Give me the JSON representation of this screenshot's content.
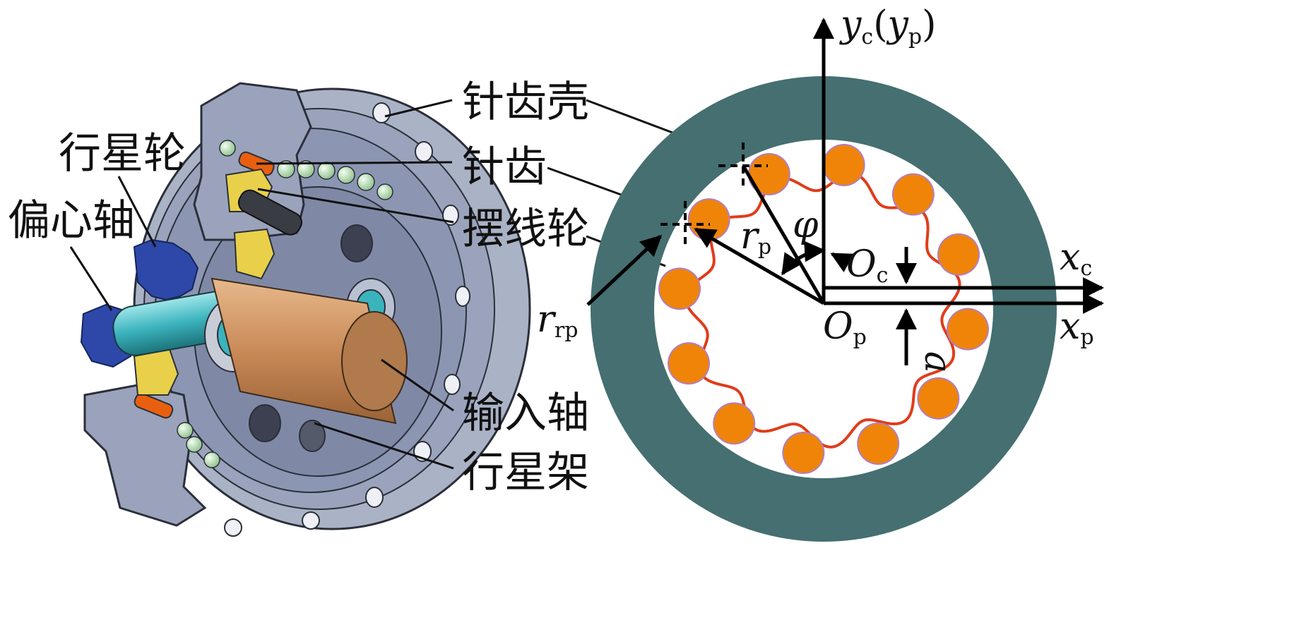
{
  "labels": {
    "pin_housing": "针齿壳",
    "pin_tooth": "针齿",
    "cycloid_gear": "摆线轮",
    "planet_gear": "行星轮",
    "eccentric_shaft": "偏心轴",
    "input_shaft": "输入轴",
    "planet_carrier": "行星架"
  },
  "math": {
    "yc": "y",
    "yc_sub": "c",
    "yp": "y",
    "yp_sub": "p",
    "lparen": "(",
    "rparen": ")",
    "xc": "x",
    "xc_sub": "c",
    "xp": "x",
    "xp_sub": "p",
    "oc": "O",
    "oc_sub": "c",
    "op": "O",
    "op_sub": "p",
    "rp": "r",
    "rp_sub": "p",
    "rrp": "r",
    "rrp_sub": "rp",
    "phi": "φ",
    "a": "a"
  },
  "colors": {
    "housing_ring": "#456f70",
    "pin_fill": "#f08409",
    "pin_contact": "#b07fc0",
    "cycloid_curve": "#e03c1a",
    "axis": "#000000",
    "metal": "#8c96b2",
    "copper": "#d79a68",
    "gear_blue": "#2d48a8",
    "teal": "#3bb3bd",
    "yellow": "#e8d04a"
  },
  "pin_count": 12
}
